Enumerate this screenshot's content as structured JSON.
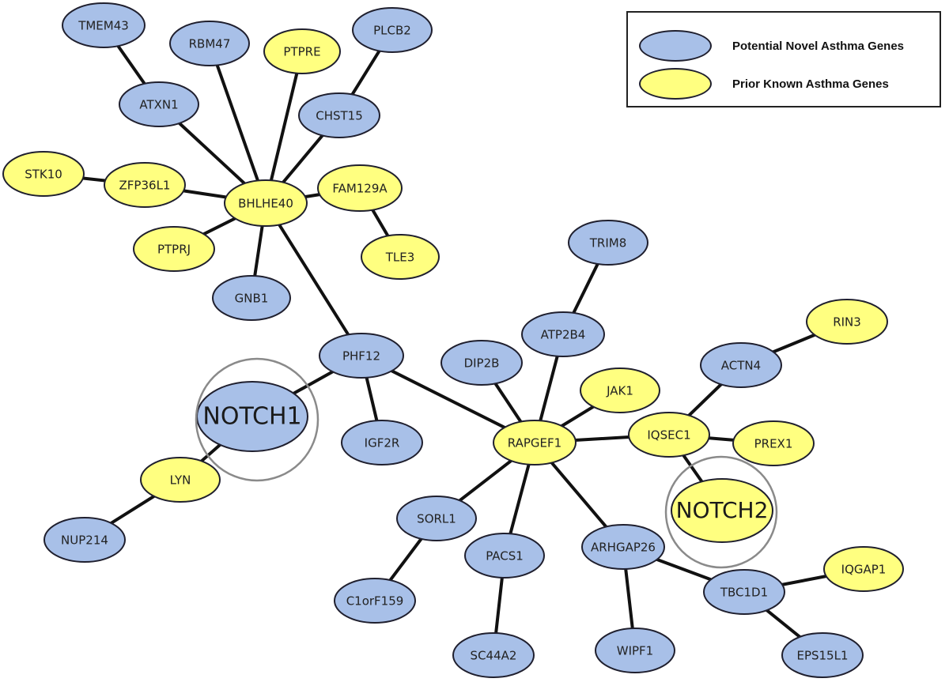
{
  "colors": {
    "novel": "#a8c0e8",
    "known": "#ffff80"
  },
  "legend": {
    "novel_label": "Potential Novel Asthma Genes",
    "known_label": "Prior Known Asthma Genes"
  },
  "nodes": [
    {
      "id": "TMEM43",
      "label": "TMEM43",
      "type": "novel"
    },
    {
      "id": "RBM47",
      "label": "RBM47",
      "type": "novel"
    },
    {
      "id": "PTPRE",
      "label": "PTPRE",
      "type": "known"
    },
    {
      "id": "PLCB2",
      "label": "PLCB2",
      "type": "novel"
    },
    {
      "id": "ATXN1",
      "label": "ATXN1",
      "type": "novel"
    },
    {
      "id": "CHST15",
      "label": "CHST15",
      "type": "novel"
    },
    {
      "id": "STK10",
      "label": "STK10",
      "type": "known"
    },
    {
      "id": "ZFP36L1",
      "label": "ZFP36L1",
      "type": "known"
    },
    {
      "id": "BHLHE40",
      "label": "BHLHE40",
      "type": "known"
    },
    {
      "id": "FAM129A",
      "label": "FAM129A",
      "type": "known"
    },
    {
      "id": "PTPRJ",
      "label": "PTPRJ",
      "type": "known"
    },
    {
      "id": "TLE3",
      "label": "TLE3",
      "type": "known"
    },
    {
      "id": "GNB1",
      "label": "GNB1",
      "type": "novel"
    },
    {
      "id": "TRIM8",
      "label": "TRIM8",
      "type": "novel"
    },
    {
      "id": "RIN3",
      "label": "RIN3",
      "type": "known"
    },
    {
      "id": "ATP2B4",
      "label": "ATP2B4",
      "type": "novel"
    },
    {
      "id": "PHF12",
      "label": "PHF12",
      "type": "novel"
    },
    {
      "id": "DIP2B",
      "label": "DIP2B",
      "type": "novel"
    },
    {
      "id": "ACTN4",
      "label": "ACTN4",
      "type": "novel"
    },
    {
      "id": "JAK1",
      "label": "JAK1",
      "type": "known"
    },
    {
      "id": "NOTCH1",
      "label": "NOTCH1",
      "type": "novel",
      "hub": true
    },
    {
      "id": "IGF2R",
      "label": "IGF2R",
      "type": "novel"
    },
    {
      "id": "RAPGEF1",
      "label": "RAPGEF1",
      "type": "known"
    },
    {
      "id": "IQSEC1",
      "label": "IQSEC1",
      "type": "known"
    },
    {
      "id": "PREX1",
      "label": "PREX1",
      "type": "known"
    },
    {
      "id": "LYN",
      "label": "LYN",
      "type": "known"
    },
    {
      "id": "NOTCH2",
      "label": "NOTCH2",
      "type": "known",
      "hub": true
    },
    {
      "id": "SORL1",
      "label": "SORL1",
      "type": "novel"
    },
    {
      "id": "NUP214",
      "label": "NUP214",
      "type": "novel"
    },
    {
      "id": "PACS1",
      "label": "PACS1",
      "type": "novel"
    },
    {
      "id": "ARHGAP26",
      "label": "ARHGAP26",
      "type": "novel"
    },
    {
      "id": "IQGAP1",
      "label": "IQGAP1",
      "type": "known"
    },
    {
      "id": "TBC1D1",
      "label": "TBC1D1",
      "type": "novel"
    },
    {
      "id": "C1orF159",
      "label": "C1orF159",
      "type": "novel"
    },
    {
      "id": "SC44A2",
      "label": "SC44A2",
      "type": "novel"
    },
    {
      "id": "WIPF1",
      "label": "WIPF1",
      "type": "novel"
    },
    {
      "id": "EPS15L1",
      "label": "EPS15L1",
      "type": "novel"
    }
  ],
  "edges": [
    [
      "TMEM43",
      "ATXN1"
    ],
    [
      "ATXN1",
      "BHLHE40"
    ],
    [
      "RBM47",
      "BHLHE40"
    ],
    [
      "PTPRE",
      "BHLHE40"
    ],
    [
      "PLCB2",
      "CHST15"
    ],
    [
      "CHST15",
      "BHLHE40"
    ],
    [
      "STK10",
      "ZFP36L1"
    ],
    [
      "ZFP36L1",
      "BHLHE40"
    ],
    [
      "FAM129A",
      "BHLHE40"
    ],
    [
      "FAM129A",
      "TLE3"
    ],
    [
      "PTPRJ",
      "BHLHE40"
    ],
    [
      "GNB1",
      "BHLHE40"
    ],
    [
      "BHLHE40",
      "PHF12"
    ],
    [
      "PHF12",
      "NOTCH1"
    ],
    [
      "PHF12",
      "IGF2R"
    ],
    [
      "PHF12",
      "RAPGEF1"
    ],
    [
      "NOTCH1",
      "LYN"
    ],
    [
      "LYN",
      "NUP214"
    ],
    [
      "TRIM8",
      "ATP2B4"
    ],
    [
      "ATP2B4",
      "RAPGEF1"
    ],
    [
      "DIP2B",
      "RAPGEF1"
    ],
    [
      "JAK1",
      "RAPGEF1"
    ],
    [
      "RAPGEF1",
      "IQSEC1"
    ],
    [
      "RAPGEF1",
      "SORL1"
    ],
    [
      "RAPGEF1",
      "PACS1"
    ],
    [
      "RAPGEF1",
      "ARHGAP26"
    ],
    [
      "SORL1",
      "C1orF159"
    ],
    [
      "PACS1",
      "SC44A2"
    ],
    [
      "ARHGAP26",
      "WIPF1"
    ],
    [
      "ARHGAP26",
      "TBC1D1"
    ],
    [
      "TBC1D1",
      "IQGAP1"
    ],
    [
      "TBC1D1",
      "EPS15L1"
    ],
    [
      "IQSEC1",
      "ACTN4"
    ],
    [
      "ACTN4",
      "RIN3"
    ],
    [
      "IQSEC1",
      "PREX1"
    ],
    [
      "IQSEC1",
      "NOTCH2"
    ]
  ]
}
